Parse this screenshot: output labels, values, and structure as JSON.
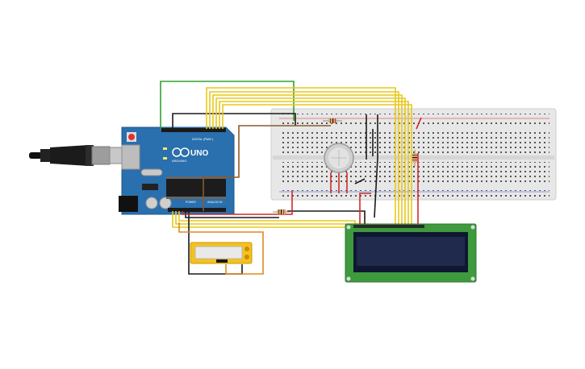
{
  "arduino": {
    "logo_text": "UNO",
    "brand_text": "ARDUINO",
    "digital_label": "DIGITAL (PWM~)",
    "power_label": "POWER",
    "analog_label": "ANALOG IN"
  },
  "colors": {
    "board": "#2a6fae",
    "breadboard": "#e7e7e7",
    "lcd_pcb": "#3f9a3e",
    "lcd_screen": "#1f2a4d",
    "wire_yellow": "#e8c81a",
    "wire_green": "#2ea32e",
    "wire_black": "#1a1a1a",
    "wire_red": "#d12a2a",
    "wire_brown": "#8b5a2b",
    "wire_orange": "#e08a1e",
    "pot_yellow": "#f4c21b"
  },
  "components": {
    "usb_cable": "usb-cable",
    "gas_sensor": "gas-sensor",
    "lcd": "lcd-16x2",
    "potentiometer": "slide-potentiometer",
    "resistors": "resistor"
  }
}
